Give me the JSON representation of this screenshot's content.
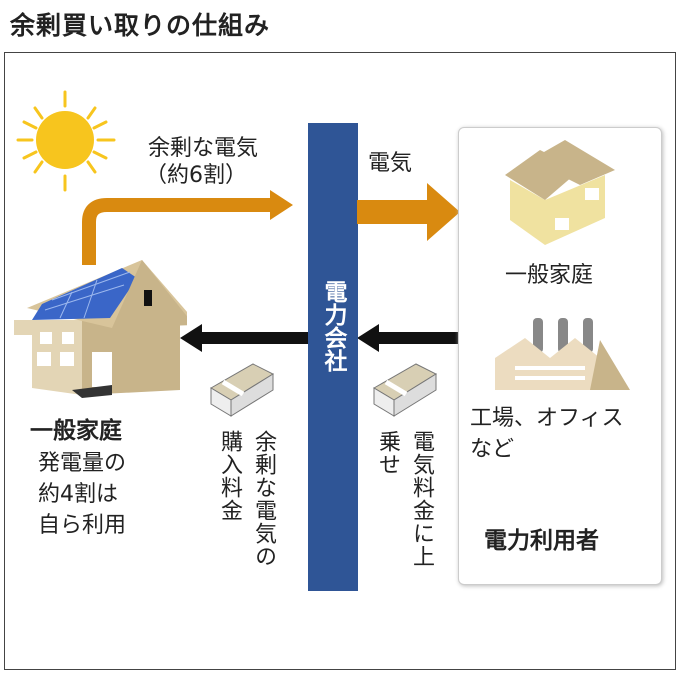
{
  "title": "余剰買い取りの仕組み",
  "company": "電力会社",
  "surplus_label": [
    "余剰な電気",
    "（約6割）"
  ],
  "electricity_label": "電気",
  "home": {
    "title": "一般家庭",
    "desc": [
      "発電量の",
      "約4割は",
      "自ら利用"
    ]
  },
  "purchase_label": "余剰な電気の購入料金",
  "surcharge_label": "電気料金に上乗せ",
  "users": {
    "home": "一般家庭",
    "office": [
      "工場、オフィス",
      "など"
    ],
    "title": "電力利用者"
  },
  "colors": {
    "blue": "#2f5596",
    "orange": "#d98a10",
    "sun": "#f7c51e",
    "house": "#c8b48a"
  }
}
